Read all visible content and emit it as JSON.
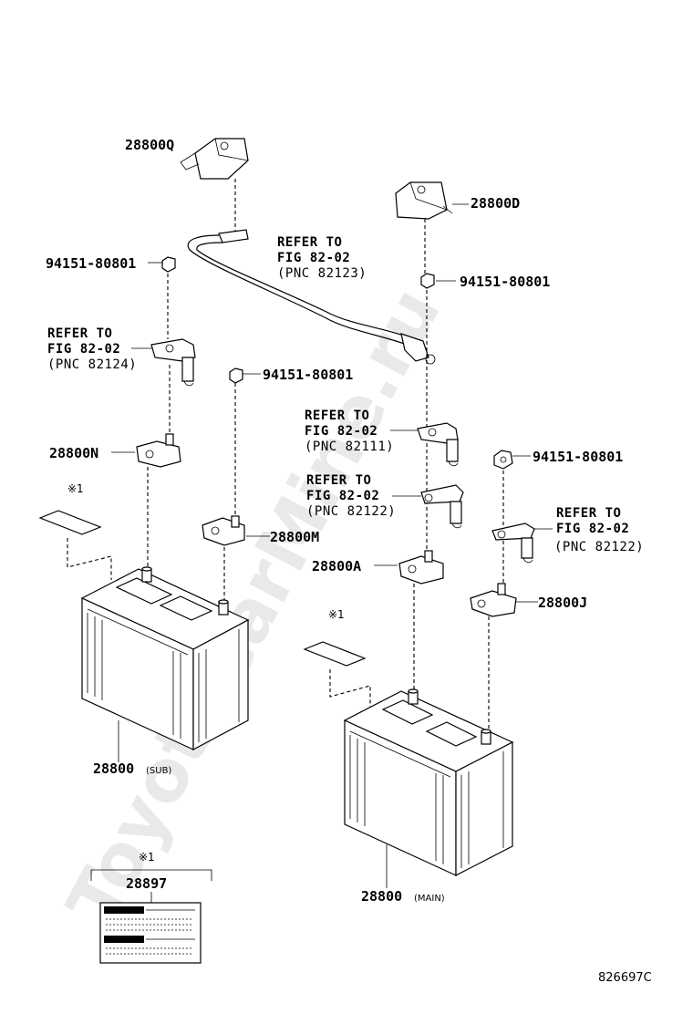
{
  "watermark": "ToyotaCarMine.ru",
  "figure_code": "826697C",
  "labels": {
    "p28800Q": "28800Q",
    "p28800D": "28800D",
    "p28800N": "28800N",
    "p28800M": "28800M",
    "p28800A": "28800A",
    "p28800J": "28800J",
    "nut_left": "94151-80801",
    "nut_center": "94151-80801",
    "nut_right_top": "94151-80801",
    "nut_right_mid": "94151-80801",
    "battery_sub_num": "28800",
    "battery_sub_tag": "(SUB)",
    "battery_main_num": "28800",
    "battery_main_tag": "(MAIN)",
    "label_part": "28897"
  },
  "notes": {
    "mark1": "※1",
    "mark2": "※1",
    "mark3": "※1"
  },
  "refs": {
    "ref1": {
      "l1": "REFER TO",
      "l2": "FIG 82-02",
      "l3": "(PNC 82123)"
    },
    "ref2": {
      "l1": "REFER TO",
      "l2": "FIG 82-02",
      "l3": "(PNC 82124)"
    },
    "ref3": {
      "l1": "REFER TO",
      "l2": "FIG 82-02",
      "l3": "(PNC 82111)"
    },
    "ref4": {
      "l1": "REFER TO",
      "l2": "FIG 82-02",
      "l3": "(PNC 82122)"
    },
    "ref5": {
      "l1": "REFER TO",
      "l2": "FIG 82-02",
      "l3": "(PNC 82122)"
    }
  }
}
